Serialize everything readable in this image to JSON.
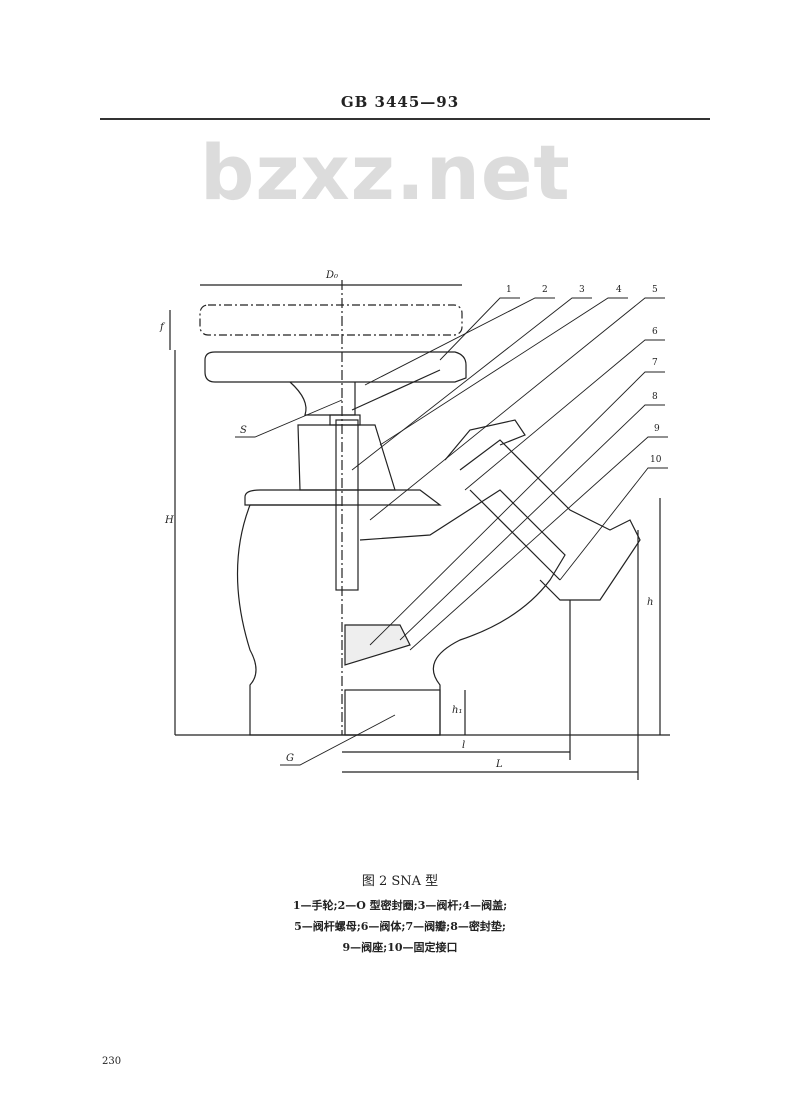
{
  "header": {
    "standard": "GB 3445—93"
  },
  "watermark": "bzxz.net",
  "drawing": {
    "dimensions": {
      "D0": "D₀",
      "f": "f",
      "H": "H",
      "S": "S",
      "G": "G",
      "h1": "h₁",
      "h": "h",
      "l": "l",
      "L": "L"
    },
    "callouts": [
      "1",
      "2",
      "3",
      "4",
      "5",
      "6",
      "7",
      "8",
      "9",
      "10"
    ]
  },
  "caption": {
    "title": "图 2  SNA 型",
    "lines": [
      "1—手轮;2—O 型密封圈;3—阀杆;4—阀盖;",
      "5—阀杆螺母;6—阀体;7—阀瓣;8—密封垫;",
      "9—阀座;10—固定接口"
    ]
  },
  "page_number": "230"
}
